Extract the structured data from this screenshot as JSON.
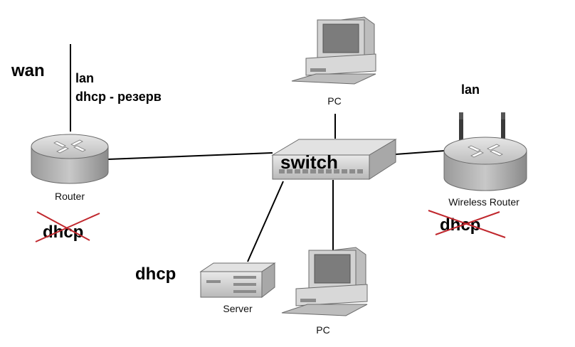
{
  "labels": {
    "wan": "wan",
    "lan_router": "lan",
    "dhcp_reserve": "dhcp - резерв",
    "lan_wireless": "lan",
    "switch": "switch",
    "router_dhcp_crossed": "dhcp",
    "wireless_dhcp_crossed": "dhcp",
    "server_dhcp": "dhcp"
  },
  "devices": {
    "router": "Router",
    "wireless_router": "Wireless Router",
    "pc_top": "PC",
    "pc_bottom": "PC",
    "server": "Server"
  },
  "colors": {
    "cross": "#c0272d",
    "device_fill": "#cfcfcf",
    "device_stroke": "#6b6b6b",
    "line": "#000000"
  }
}
